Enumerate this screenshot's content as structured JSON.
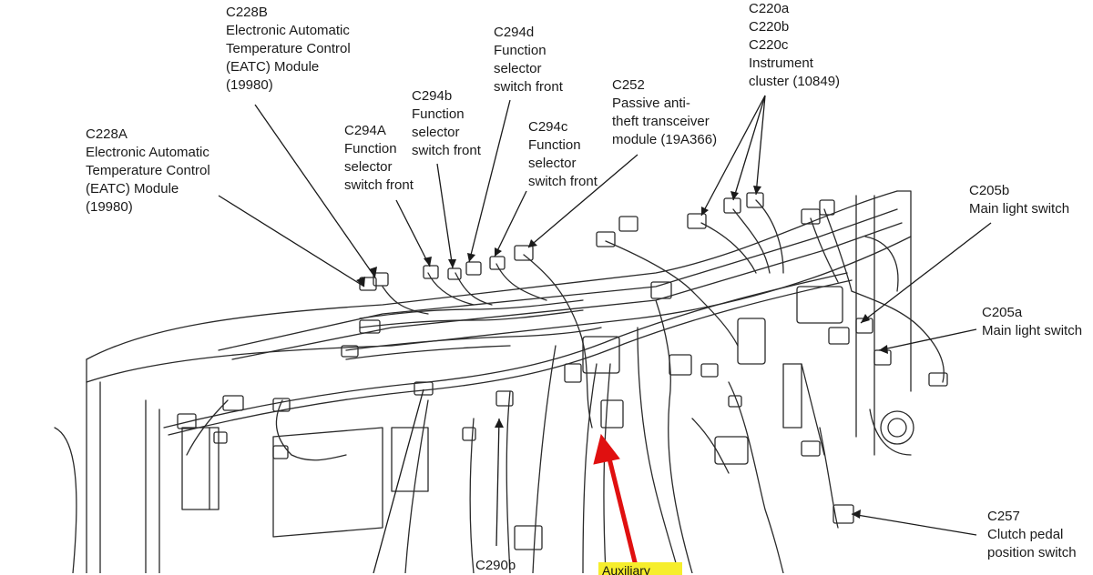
{
  "diagram": {
    "labels": {
      "c228b": "C228B\nElectronic Automatic\nTemperature Control\n(EATC) Module\n(19980)",
      "c228a": "C228A\nElectronic Automatic\nTemperature Control\n(EATC) Module\n(19980)",
      "c294a": "C294A\nFunction\nselector\nswitch front",
      "c294b": "C294b\nFunction\nselector\nswitch front",
      "c294d": "C294d\nFunction\nselector\nswitch front",
      "c294c": "C294c\nFunction\nselector\nswitch front",
      "c252": "C252\nPassive anti-\ntheft transceiver\nmodule (19A366)",
      "c220": "C220a\nC220b\nC220c\nInstrument\ncluster (10849)",
      "c205b": "C205b\nMain light switch",
      "c205a": "C205a\nMain light switch",
      "c257": "C257\nClutch pedal\nposition switch",
      "c290b": "C290b"
    },
    "highlight_callout": "Auxiliary",
    "colors": {
      "line": "#1a1a1a",
      "arrow": "#e01010",
      "highlight": "#f6ee2c"
    }
  }
}
